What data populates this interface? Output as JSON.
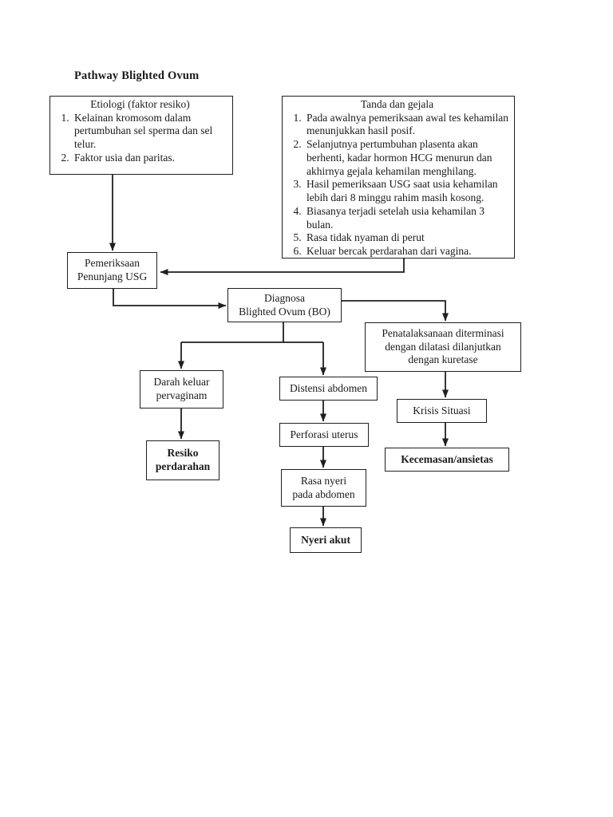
{
  "page": {
    "title": "Pathway Blighted Ovum"
  },
  "colors": {
    "ink": "#1a1a1a",
    "paper": "#ffffff"
  },
  "boxes": {
    "etiologi": {
      "title": "Etiologi (faktor resiko)",
      "items": [
        "Kelainan kromosom dalam pertumbuhan sel sperma dan sel telur.",
        "Faktor usia dan paritas."
      ]
    },
    "tanda": {
      "title": "Tanda dan gejala",
      "items": [
        "Pada awalnya pemeriksaan awal tes kehamilan menunjukkan hasil posif.",
        "Selanjutnya pertumbuhan plasenta akan berhenti, kadar hormon HCG menurun dan akhirnya gejala kehamilan menghilang.",
        "Hasil pemeriksaan USG saat usia kehamilan lebih dari 8 minggu rahim masih kosong.",
        "Biasanya terjadi setelah usia kehamilan 3 bulan.",
        "Rasa tidak nyaman di perut",
        "Keluar bercak perdarahan dari vagina."
      ]
    },
    "pemeriksaan": {
      "lines": [
        "Pemeriksaan",
        "Penunjang USG"
      ]
    },
    "diagnosa": {
      "lines": [
        "Diagnosa",
        "Blighted Ovum (BO)"
      ]
    },
    "penatalaksanaan": {
      "lines": [
        "Penatalaksanaan diterminasi",
        "dengan dilatasi dilanjutkan",
        "dengan kuretase"
      ]
    },
    "darah_keluar": {
      "lines": [
        "Darah keluar",
        "pervaginam"
      ]
    },
    "distensi": {
      "lines": [
        "Distensi abdomen"
      ]
    },
    "krisis": {
      "lines": [
        "Krisis Situasi"
      ]
    },
    "resiko": {
      "lines": [
        "Resiko",
        "perdarahan"
      ]
    },
    "perforasi": {
      "lines": [
        "Perforasi uterus"
      ]
    },
    "kecemasan": {
      "lines": [
        "Kecemasan/ansietas"
      ]
    },
    "rasa_nyeri": {
      "lines": [
        "Rasa nyeri",
        "pada abdomen"
      ]
    },
    "nyeri_akut": {
      "lines": [
        "Nyeri akut"
      ]
    }
  }
}
